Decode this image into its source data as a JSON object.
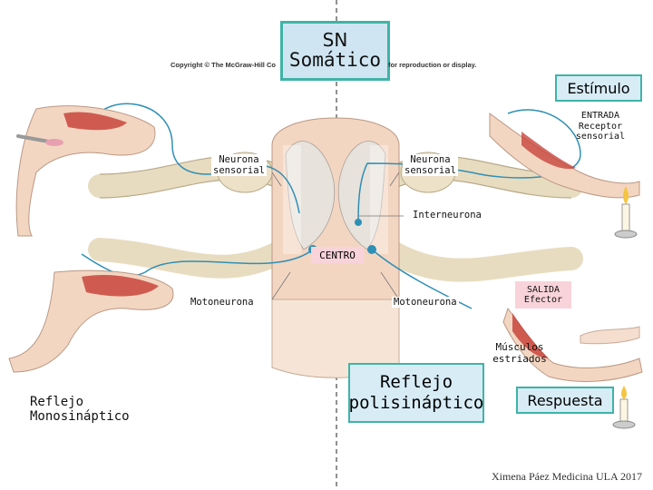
{
  "title_box": {
    "line1": "SN",
    "line2": "Somático",
    "color": "#3fb3a8"
  },
  "copyright": {
    "left": "Copyright © The McGraw-Hill Co",
    "right": "for reproduction or display."
  },
  "labels": {
    "estimulo": "Estímulo",
    "entrada": [
      "ENTRADA",
      "Receptor",
      "sensorial"
    ],
    "neurona_sensorial_left": [
      "Neurona",
      "sensorial"
    ],
    "neurona_sensorial_right": [
      "Neurona",
      "sensorial"
    ],
    "interneurona": "Interneurona",
    "centro": "CENTRO",
    "motoneurona_left": "Motoneurona",
    "motoneurona_right": "Motoneurona",
    "salida": [
      "SALIDA",
      "Efector"
    ],
    "musculos": [
      "Músculos",
      "estriados"
    ],
    "reflejo_mono": [
      "Reflejo",
      "Monosináptico"
    ],
    "reflejo_poli": [
      "Reflejo",
      "polisináptico"
    ],
    "respuesta": "Respuesta",
    "credit": "Ximena Páez Medicina ULA 2017"
  },
  "colors": {
    "accent_teal": "#3fb3a8",
    "label_pink": "#f9d3da",
    "nerve": "#2f8fb5",
    "skin": "#f3d6c2",
    "muscle": "#c8453c"
  }
}
